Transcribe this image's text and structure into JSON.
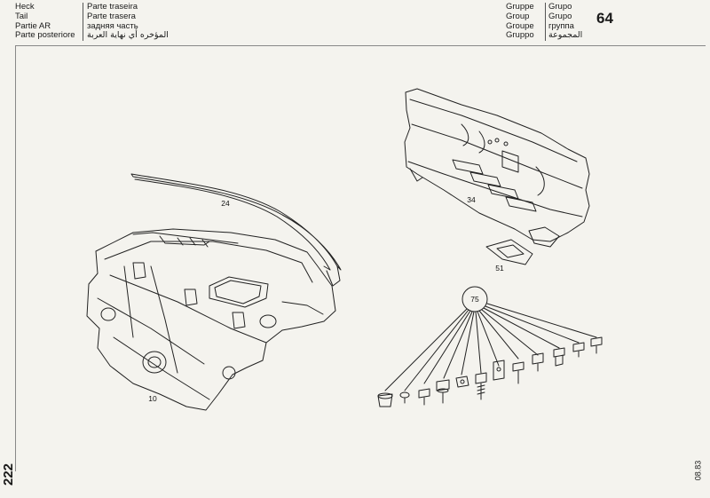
{
  "header": {
    "languages_left": [
      "Heck",
      "Tail",
      "Partie AR",
      "Parte posteriore"
    ],
    "languages_mid": [
      "Parte traseira",
      "Parte trasera",
      "задняя часть",
      "المؤخره أي نهاية العربة"
    ],
    "group_left": [
      "Gruppe",
      "Group",
      "Groupe",
      "Gruppo"
    ],
    "group_right": [
      "Grupo",
      "Grupo",
      "группа",
      "المجموعة"
    ],
    "group_number": "64"
  },
  "page_number": "222",
  "date_code": "08.83",
  "callouts": {
    "rear_panel": "10",
    "crossmember": "24",
    "tail_panel": "34",
    "bracket": "51",
    "fasteners": "75"
  }
}
